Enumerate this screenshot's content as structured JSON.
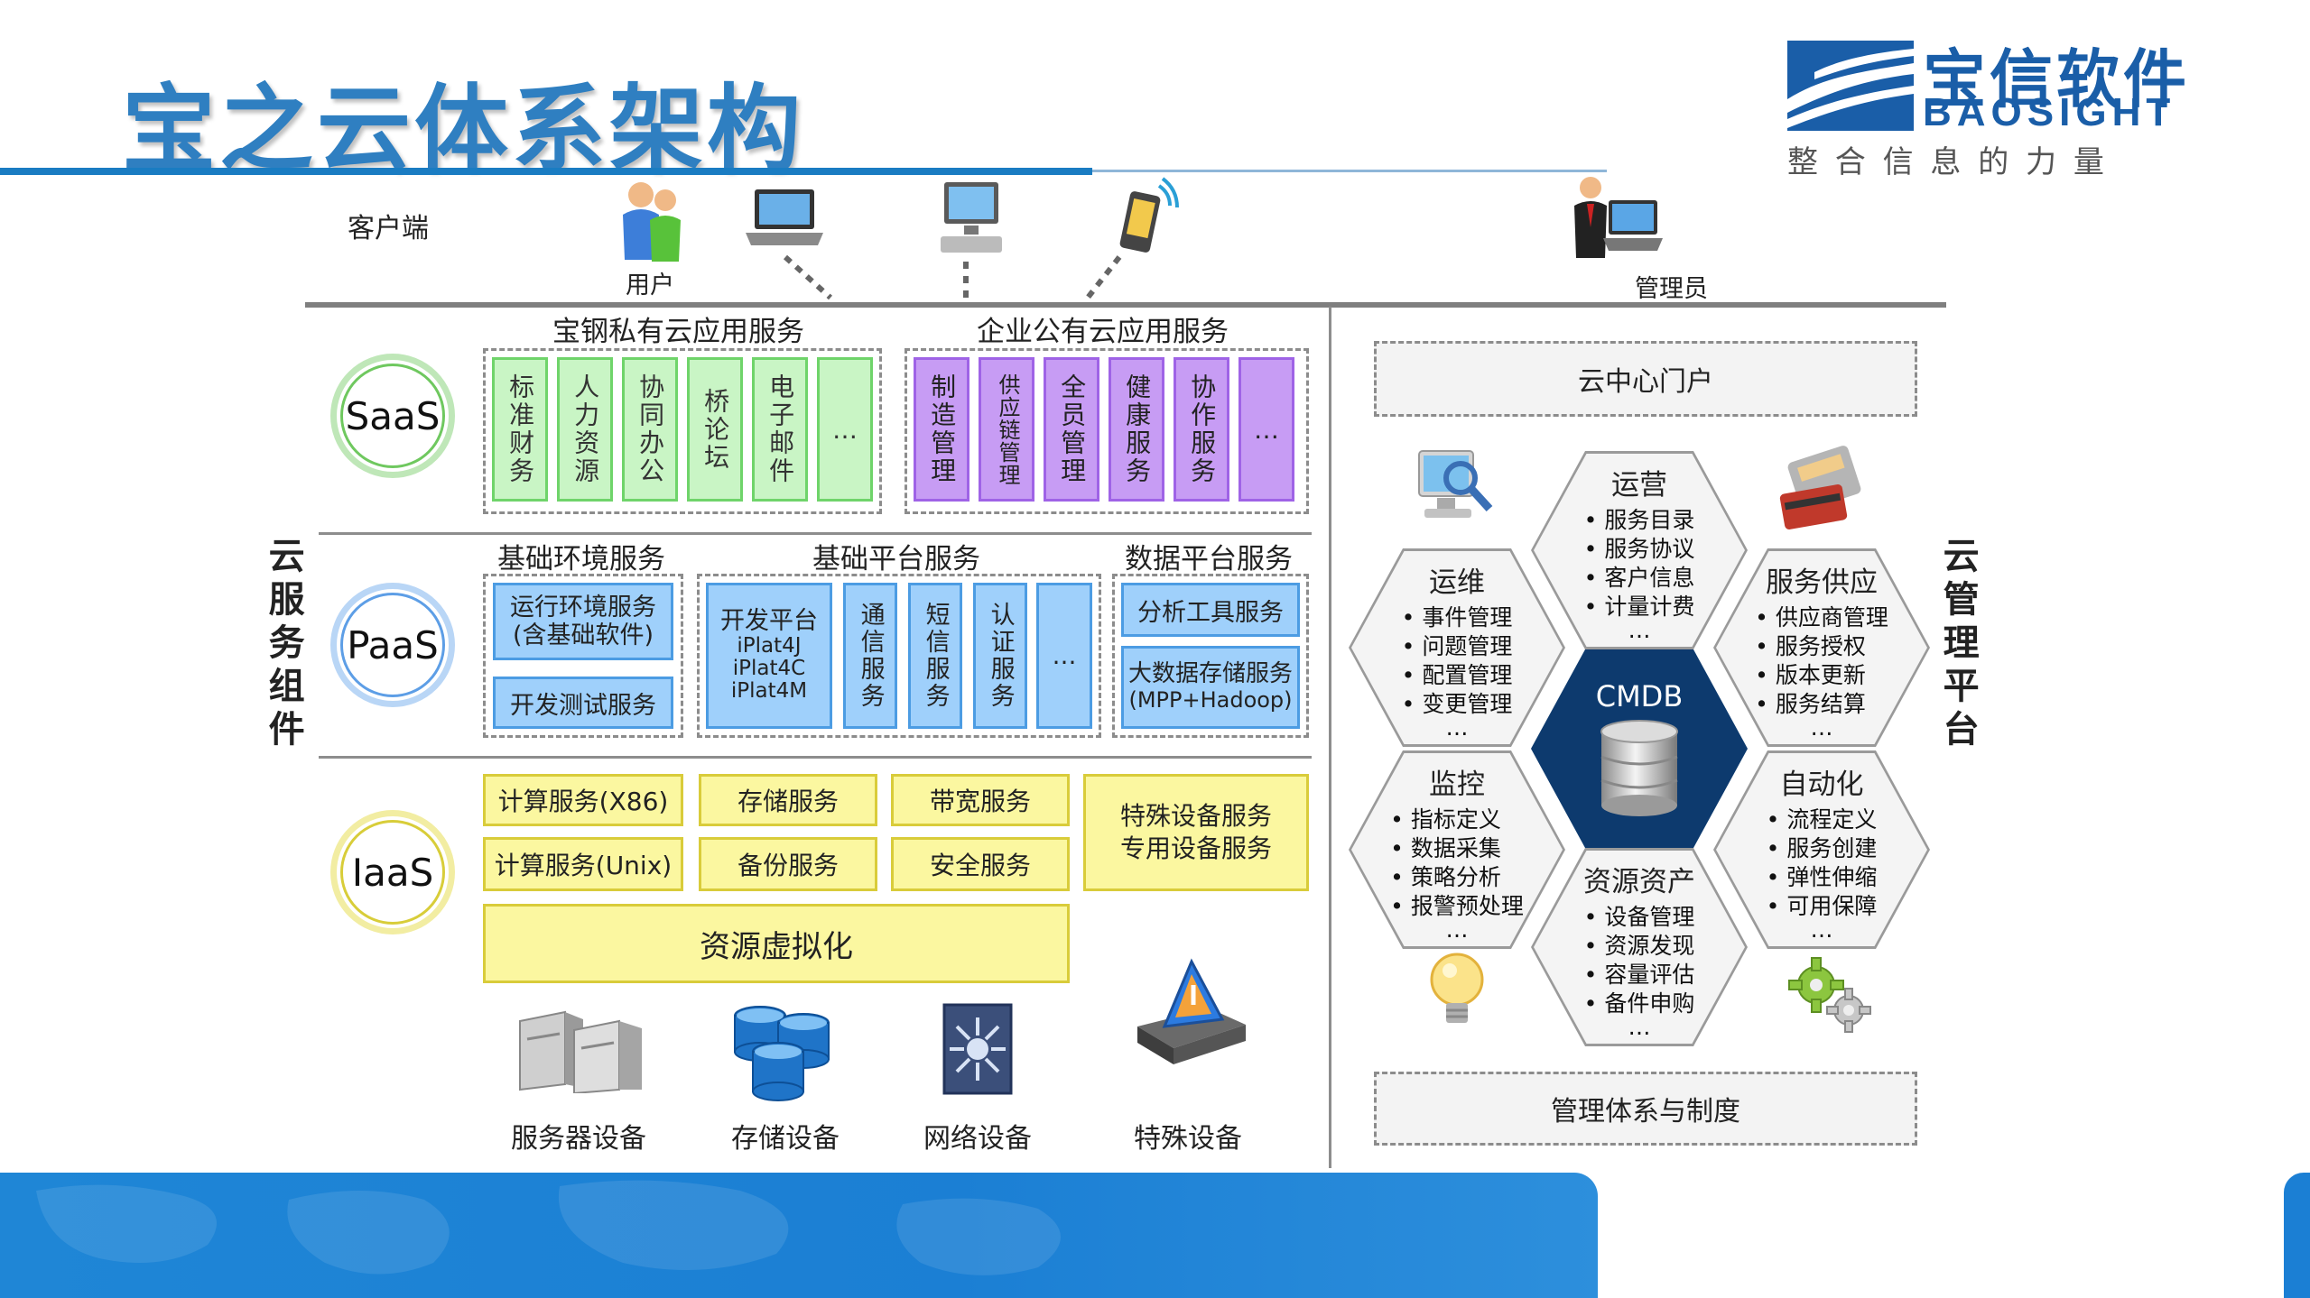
{
  "header": {
    "title": "宝之云体系架构"
  },
  "logo": {
    "cn": "宝信软件",
    "en": "BAOSIGHT",
    "slogan": "整 合 信 息 的 力 量"
  },
  "clients": {
    "label": "客户端",
    "user_label": "用户",
    "admin_label": "管理员"
  },
  "left_title": "云服务组件",
  "right_title": "云管理平台",
  "saas": {
    "badge": "SaaS",
    "private_title": "宝钢私有云应用服务",
    "public_title": "企业公有云应用服务",
    "private_items": [
      "标准财务",
      "人力资源",
      "协同办公",
      "桥论坛",
      "电子邮件",
      "…"
    ],
    "public_items": [
      "制造管理",
      "供应链管理",
      "全员管理",
      "健康服务",
      "协作服务",
      "…"
    ]
  },
  "paas": {
    "badge": "PaaS",
    "base_env_title": "基础环境服务",
    "base_platform_title": "基础平台服务",
    "data_platform_title": "数据平台服务",
    "runtime": "运行环境服务(含基础软件)",
    "devtest": "开发测试服务",
    "dev_platform": [
      "开发平台",
      "iPlat4J",
      "iPlat4C",
      "iPlat4M"
    ],
    "platform_items": [
      "通信服务",
      "短信服务",
      "认证服务",
      "…"
    ],
    "analysis": "分析工具服务",
    "bigdata": [
      "大数据存储服务",
      "(MPP+Hadoop)"
    ]
  },
  "iaas": {
    "badge": "IaaS",
    "compute_x86": "计算服务(X86)",
    "compute_unix": "计算服务(Unix)",
    "storage": "存储服务",
    "backup": "备份服务",
    "bandwidth": "带宽服务",
    "security": "安全服务",
    "special": [
      "特殊设备服务",
      "专用设备服务"
    ],
    "virtualization": "资源虚拟化"
  },
  "devices": [
    "服务器设备",
    "存储设备",
    "网络设备",
    "特殊设备"
  ],
  "management": {
    "portal": "云中心门户",
    "footer": "管理体系与制度",
    "center": "CMDB",
    "hexes": {
      "ops": {
        "title": "运营",
        "items": [
          "服务目录",
          "服务协议",
          "客户信息",
          "计量计费"
        ],
        "more": "…"
      },
      "maintenance": {
        "title": "运维",
        "items": [
          "事件管理",
          "问题管理",
          "配置管理",
          "变更管理"
        ],
        "more": "…"
      },
      "supply": {
        "title": "服务供应",
        "items": [
          "供应商管理",
          "服务授权",
          "版本更新",
          "服务结算"
        ],
        "more": "…"
      },
      "monitor": {
        "title": "监控",
        "items": [
          "指标定义",
          "数据采集",
          "策略分析",
          "报警预处理"
        ],
        "more": "…"
      },
      "automation": {
        "title": "自动化",
        "items": [
          "流程定义",
          "服务创建",
          "弹性伸缩",
          "可用保障"
        ],
        "more": "…"
      },
      "assets": {
        "title": "资源资产",
        "items": [
          "设备管理",
          "资源发现",
          "容量评估",
          "备件申购"
        ],
        "more": "…"
      }
    }
  },
  "colors": {
    "title_blue": "#2f7fc1",
    "saas_green": "#c9f5c5",
    "saas_purple": "#c79cf4",
    "paas_blue": "#9fd0fb",
    "iaas_yellow": "#fbf7a0",
    "cmdb_navy": "#0d3a6e",
    "footer_blue": "#1b7fd4"
  }
}
